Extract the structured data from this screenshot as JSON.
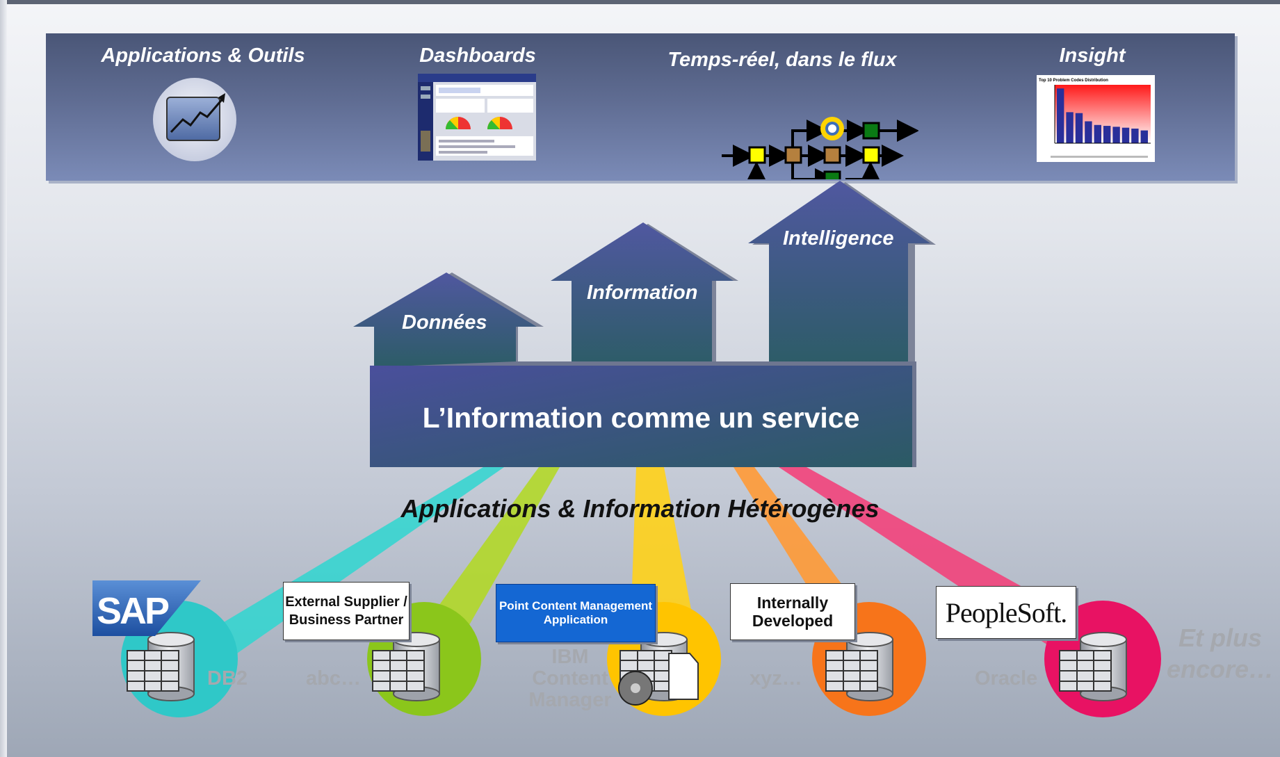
{
  "banner": {
    "items": [
      {
        "label": "Applications & Outils",
        "icon": "chart-trend-icon"
      },
      {
        "label": "Dashboards",
        "icon": "dashboard-screenshot-icon"
      },
      {
        "label": "Temps-réel, dans le flux",
        "icon": "flow-diagram-icon"
      },
      {
        "label": "Insight",
        "icon": "bar-chart-icon"
      }
    ],
    "insight_chart_title": "Top 10 Problem Codes Distribution",
    "insight_chart_values": [
      300,
      170,
      165,
      120,
      100,
      95,
      90,
      85,
      80,
      70
    ]
  },
  "pillars": {
    "donnees": "Données",
    "information": "Information",
    "intelligence": "Intelligence"
  },
  "service_label": "L’Information comme un service",
  "sources_heading": "Applications & Information Hétérogènes",
  "sources": [
    {
      "name": "DB2",
      "logo": "SAP",
      "color": "#2fc8c8",
      "beam": "#2fd6d0"
    },
    {
      "name": "abc…",
      "logo": "External Supplier / Business Partner",
      "color": "#8bc61b",
      "beam": "#a9d21d"
    },
    {
      "name": "IBM Content Manager",
      "logo": "Point Content Management Application",
      "color": "#ffc400",
      "beam": "#ffd21a"
    },
    {
      "name": "xyz…",
      "logo": "Internally Developed",
      "color": "#f7741a",
      "beam": "#ff9a36"
    },
    {
      "name": "Oracle",
      "logo": "PeopleSoft.",
      "color": "#e81263",
      "beam": "#f0366f"
    }
  ],
  "more_label": "Et plus encore…",
  "colors": {
    "banner_dark": "#4a5677",
    "banner_light": "#7b8bb7",
    "pillar": "#4b5492",
    "service": "#3f4b85"
  }
}
